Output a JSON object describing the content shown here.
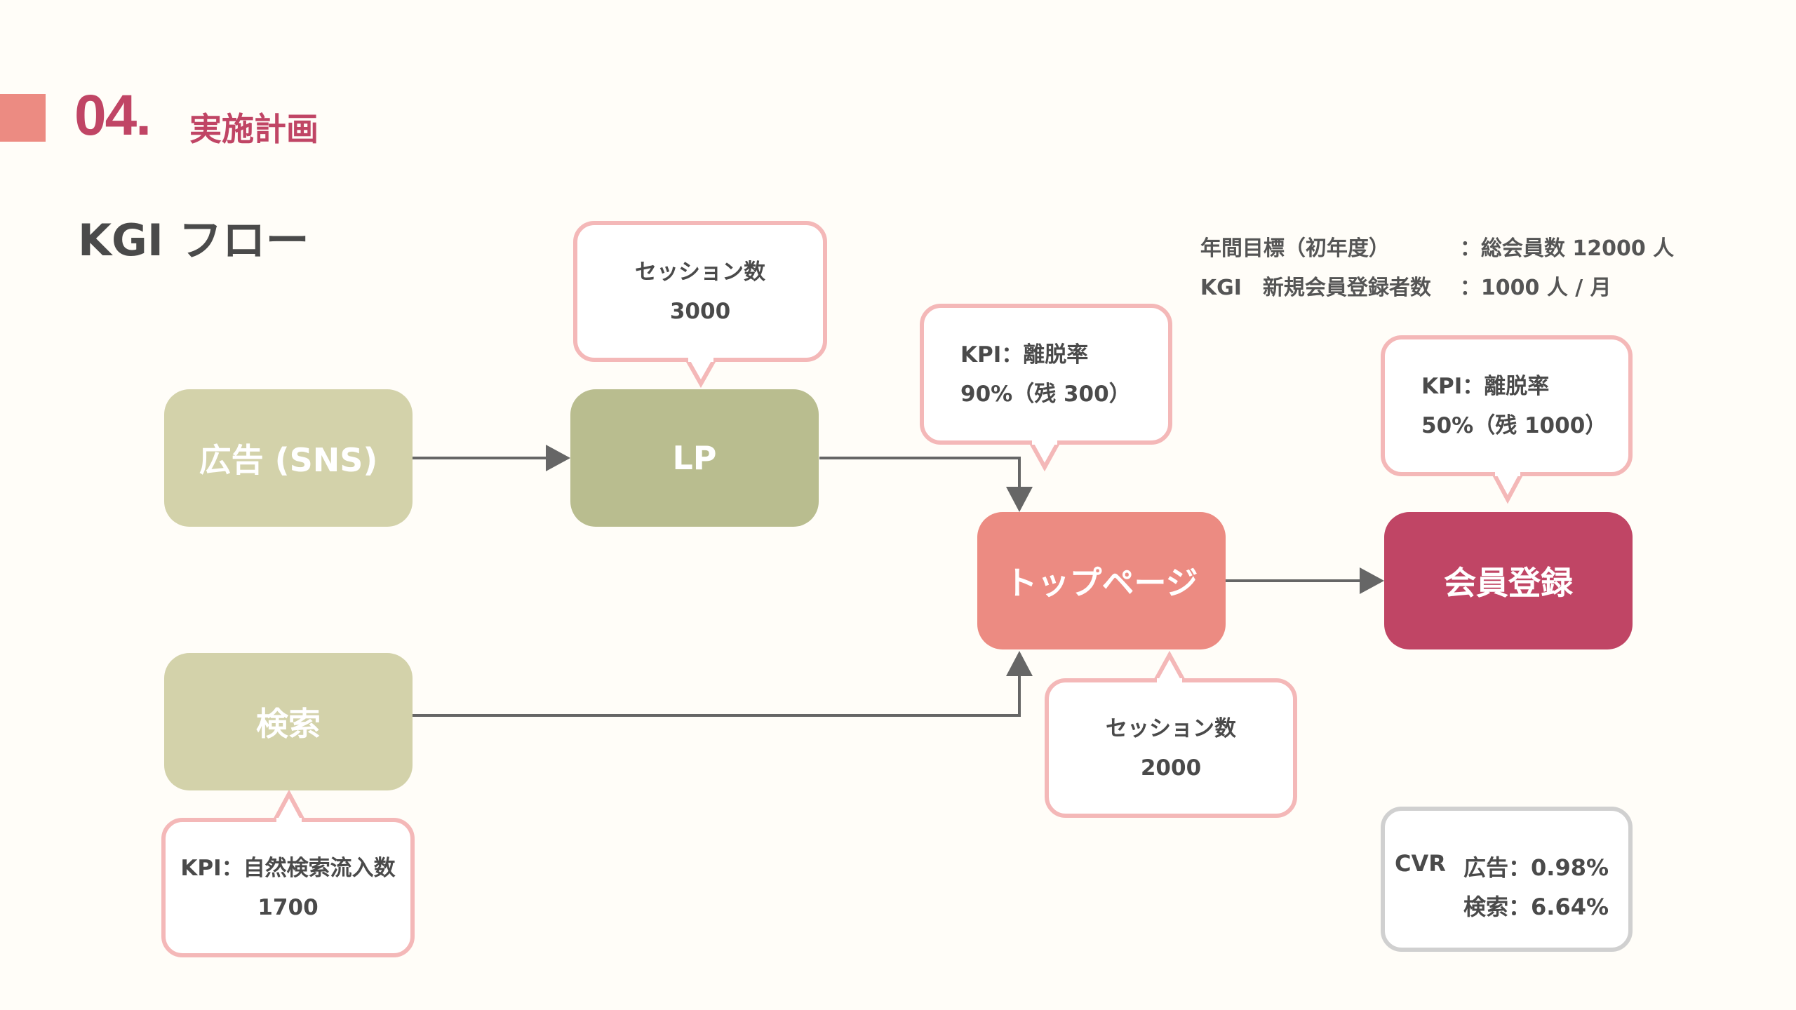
{
  "header": {
    "number": "04.",
    "title": "実施計画"
  },
  "subtitle": "KGI フロー",
  "goals": [
    {
      "label": "年間目標（初年度）",
      "value": "：総会員数 12000 人"
    },
    {
      "label": "KGI　新規会員登録者数",
      "value": "：1000 人 / 月"
    }
  ],
  "nodes": {
    "ad": {
      "label": "広告 (SNS)",
      "color": "#d3d2aa"
    },
    "lp": {
      "label": "LP",
      "color": "#b9bd8f"
    },
    "search": {
      "label": "検索",
      "color": "#d3d2aa"
    },
    "top": {
      "label": "トップページ",
      "color": "#ec8b82"
    },
    "register": {
      "label": "会員登録",
      "color": "#c04565"
    }
  },
  "callouts": {
    "lp_sessions": {
      "line1": "セッション数",
      "line2": "3000"
    },
    "top_bounce": {
      "line1": "KPI：離脱率",
      "line2": "90%（残 300）"
    },
    "register_bounce": {
      "line1": "KPI：離脱率",
      "line2": "50%（残 1000）"
    },
    "top_sessions": {
      "line1": "セッション数",
      "line2": "2000"
    },
    "search_kpi": {
      "line1": "KPI：自然検索流入数",
      "line2": "1700"
    }
  },
  "cvr": {
    "label": "CVR",
    "rows": [
      {
        "name": "広告",
        "value": "：0.98%"
      },
      {
        "name": "検索",
        "value": "：6.64%"
      }
    ]
  },
  "colors": {
    "bubble_border": "#f4b8b8",
    "arrow": "#666666",
    "accent": "#c04565"
  }
}
